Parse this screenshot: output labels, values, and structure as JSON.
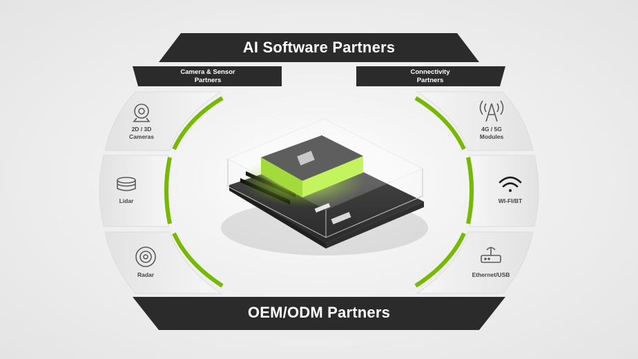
{
  "top_banner": "AI Software Partners",
  "bottom_banner": "OEM/ODM Partners",
  "left_header": [
    "Camera & Sensor",
    "Partners"
  ],
  "right_header": [
    "Connectivity",
    "Partners"
  ],
  "left_tiles": [
    {
      "label": [
        "2D / 3D",
        "Cameras"
      ],
      "icon": "camera-icon"
    },
    {
      "label": [
        "Lidar"
      ],
      "icon": "lidar-icon"
    },
    {
      "label": [
        "Radar"
      ],
      "icon": "radar-icon"
    }
  ],
  "right_tiles": [
    {
      "label": [
        "4G / 5G",
        "Modules"
      ],
      "icon": "antenna-tower-icon"
    },
    {
      "label": [
        "WI-FI/BT"
      ],
      "icon": "wifi-icon"
    },
    {
      "label": [
        "Ethernet/USB"
      ],
      "icon": "router-icon"
    }
  ],
  "colors": {
    "accent_green": "#76b900",
    "banner_dark": "#2b2b2b",
    "tile_bg": "#efefef"
  }
}
